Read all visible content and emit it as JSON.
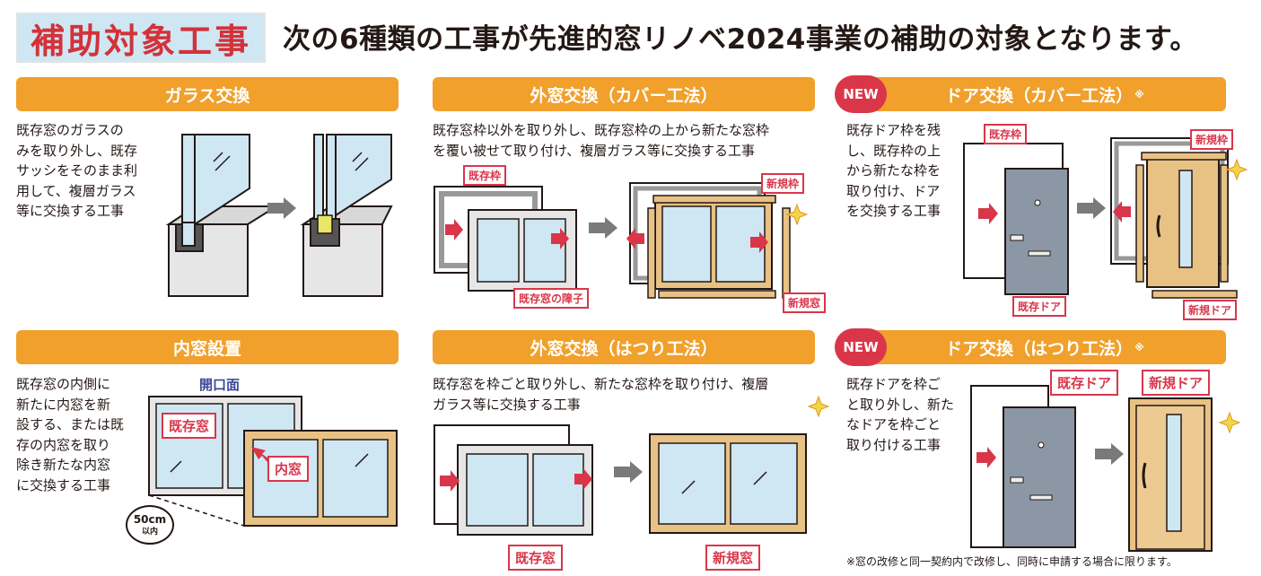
{
  "header": {
    "badge": "補助対象工事",
    "headline": "次の6種類の工事が先進的窓リノベ2024事業の補助の対象となります。"
  },
  "sections": [
    {
      "title": "ガラス交換",
      "description": [
        "既存窓のガラスの",
        "みを取り外し、既存",
        "サッシをそのまま利",
        "用して、複層ガラス",
        "等に交換する工事"
      ]
    },
    {
      "title": "外窓交換（カバー工法）",
      "description": [
        "既存窓枠以外を取り外し、既存窓枠の上から新たな窓枠",
        "を覆い被せて取り付け、複層ガラス等に交換する工事"
      ],
      "labels": [
        "既存枠",
        "既存窓の障子",
        "新規枠",
        "新規窓"
      ]
    },
    {
      "badge": "NEW",
      "title": "ドア交換（カバー工法）",
      "title_mark": "※",
      "description": [
        "既存ドア枠を残",
        "し、既存枠の上",
        "から新たな枠を",
        "取り付け、ドア",
        "を交換する工事"
      ],
      "labels": [
        "既存枠",
        "既存ドア",
        "新規枠",
        "新規ドア"
      ]
    },
    {
      "title": "内窓設置",
      "description": [
        "既存窓の内側に",
        "新たに内窓を新",
        "設する、または既",
        "存の内窓を取り",
        "除き新たな内窓",
        "に交換する工事"
      ],
      "labels": [
        "開口面",
        "既存窓",
        "内窓"
      ],
      "distance": "50cm",
      "distance_note": "以内"
    },
    {
      "title": "外窓交換（はつり工法）",
      "description": [
        "既存窓を枠ごと取り外し、新たな窓枠を取り付け、複層",
        "ガラス等に交換する工事"
      ],
      "labels": [
        "既存窓",
        "新規窓"
      ]
    },
    {
      "badge": "NEW",
      "title": "ドア交換（はつり工法）",
      "title_mark": "※",
      "description": [
        "既存ドアを枠ご",
        "と取り外し、新た",
        "なドアを枠ごと",
        "取り付ける工事"
      ],
      "labels": [
        "既存ドア",
        "新規ドア"
      ]
    }
  ],
  "footnote": "※窓の改修と同一契約内で改修し、同時に申請する場合に限ります。",
  "colors": {
    "bar": "#f0a02b",
    "accent_red": "#d9364a",
    "badge_bg": "#cfe6f3",
    "glass": "#cfe6f3",
    "wood": "#e8c185",
    "door_gray": "#8c97a6"
  }
}
